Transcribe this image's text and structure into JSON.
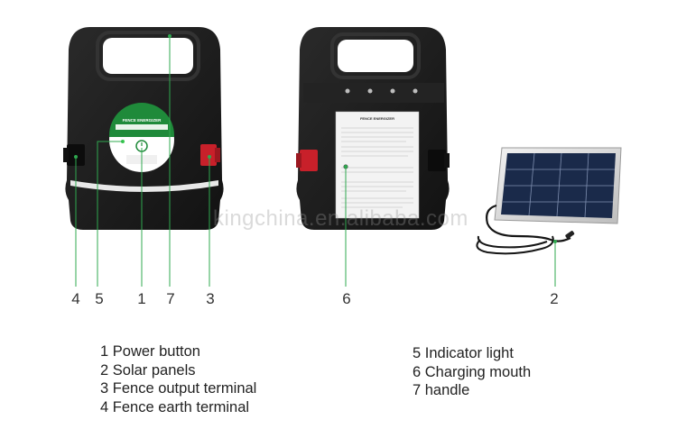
{
  "product": {
    "label_heading": "FENCE ENERGIZER",
    "back_label_heading": "FENCE ENERGIZER"
  },
  "callouts": [
    "4",
    "5",
    "1",
    "7",
    "3",
    "6",
    "2"
  ],
  "legend_left": [
    "1 Power button",
    "2 Solar panels",
    "3 Fence output terminal",
    "4 Fence earth terminal"
  ],
  "legend_right": [
    "5 Indicator light",
    "6 Charging mouth",
    "7 handle"
  ],
  "watermark": "kingchina.en.alibaba.com",
  "colors": {
    "body": "#1b1b1b",
    "terminal_red": "#c8202a",
    "label_green": "#1f8a3a",
    "solar_cell": "#1a2a4a",
    "leader_line": "#2fa84f"
  }
}
